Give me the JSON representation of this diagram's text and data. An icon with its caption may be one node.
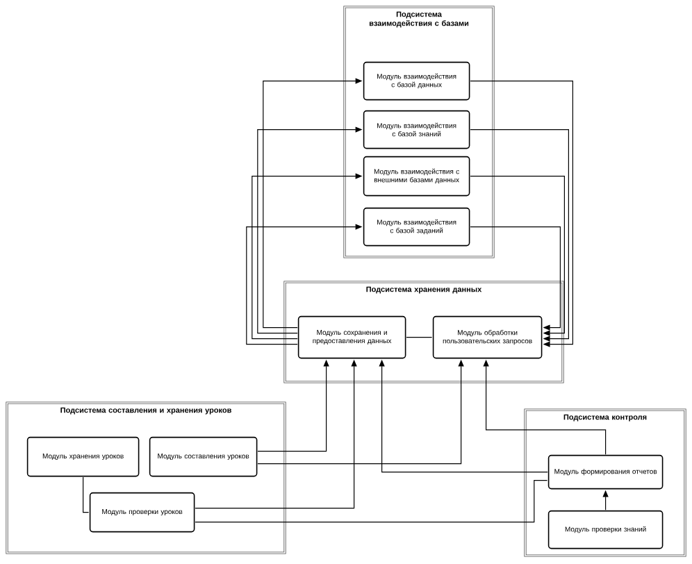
{
  "diagram": {
    "nodes": [
      {
        "text": [
          "Подсистема взаимодействия с базами"
        ]
      },
      {
        "text": [
          "Модуль взаимодействия с базой данных"
        ],
        "in": 0
      },
      {
        "text": [
          "Модуль взаимодействия с базой знаний"
        ],
        "in": 0
      },
      {
        "text": [
          "Модуль взаимодействия с внешними базами данных"
        ],
        "in": 0
      },
      {
        "text": [
          "Модуль взаимодействия с базой заданий"
        ],
        "in": 0
      },
      {
        "text": [
          "Подсистема хранения данных"
        ]
      },
      {
        "text": [
          "Модуль сохранения и предоставления данных"
        ],
        "in": 5
      },
      {
        "text": [
          "Модуль обработки пользовательских запросов"
        ],
        "in": 5
      },
      {
        "text": [
          "Подсистема составления и хранения уроков"
        ]
      },
      {
        "text": [
          "Модуль хранения уроков"
        ],
        "in": 8
      },
      {
        "text": [
          "Модуль составления уроков"
        ],
        "in": 8
      },
      {
        "text": [
          "Модуль проверки уроков"
        ],
        "in": 8
      },
      {
        "text": [
          "Подсистема контроля"
        ]
      },
      {
        "text": [
          "Модуль формирования отчетов"
        ],
        "in": 12
      },
      {
        "text": [
          "Модуль проверки знаний"
        ],
        "in": 12
      }
    ],
    "edges": [
      {
        "from": 6,
        "to": 1,
        "arrow": "to"
      },
      {
        "from": 6,
        "to": 2,
        "arrow": "to"
      },
      {
        "from": 6,
        "to": 3,
        "arrow": "to"
      },
      {
        "from": 6,
        "to": 4,
        "arrow": "to"
      },
      {
        "from": 1,
        "to": 7,
        "arrow": "to"
      },
      {
        "from": 2,
        "to": 7,
        "arrow": "to"
      },
      {
        "from": 3,
        "to": 7,
        "arrow": "to"
      },
      {
        "from": 4,
        "to": 7,
        "arrow": "to"
      },
      {
        "from": 6,
        "to": 7,
        "arrow": "none"
      },
      {
        "from": 10,
        "to": 6,
        "arrow": "to"
      },
      {
        "from": 10,
        "to": 7,
        "arrow": "to"
      },
      {
        "from": 11,
        "to": 6,
        "arrow": "to"
      },
      {
        "from": 11,
        "to": 13,
        "arrow": "none"
      },
      {
        "from": 9,
        "to": 11,
        "arrow": "none"
      },
      {
        "from": 13,
        "to": 7,
        "arrow": "to"
      },
      {
        "from": 13,
        "to": 6,
        "arrow": "to"
      },
      {
        "from": 14,
        "to": 13,
        "arrow": "to"
      }
    ]
  }
}
